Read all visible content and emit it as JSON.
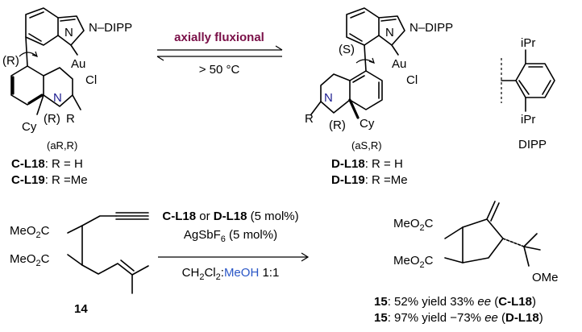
{
  "labels": {
    "n_dipp_left": "N–DIPP",
    "n_left": "N",
    "au_left": "Au",
    "cl_left": "Cl",
    "r_axis_left": "(R)",
    "n_amine_left": "N",
    "r_amine_left": "R",
    "cy_left": "Cy",
    "r_center_left": "(R)",
    "config_left": "(aR,R)",
    "c_l18": "C-L18",
    "c_l18_r": ": R = H",
    "c_l19": "C-L19",
    "c_l19_r": ": R =Me",
    "arrow_top": "axially fluxional",
    "arrow_bottom": "> 50 °C",
    "n_dipp_right": "N–DIPP",
    "n_right": "N",
    "au_right": "Au",
    "cl_right": "Cl",
    "s_axis_right": "(S)",
    "n_amine_right": "N",
    "r_amine_right": "R",
    "cy_right": "Cy",
    "r_center_right": "(R)",
    "config_right": "(aS,R)",
    "d_l18": "D-L18",
    "d_l18_r": ": R = H",
    "d_l19": "D-L19",
    "d_l19_r": ": R =Me",
    "ipr_top": "iPr",
    "ipr_bottom": "iPr",
    "dipp": "DIPP",
    "meo2c_1": "MeO",
    "meo2c_1_sub": "2",
    "meo2c_1_c": "C",
    "meo2c_2": "MeO",
    "meo2c_2_sub": "2",
    "meo2c_2_c": "C",
    "substrate": "14",
    "cond_1a": "C-L18",
    "cond_1b": " or ",
    "cond_1c": "D-L18",
    "cond_1d": " (5 mol%)",
    "cond_2a": "AgSbF",
    "cond_2b": "6",
    "cond_2c": " (5 mol%)",
    "cond_3a": "CH",
    "cond_3b": "2",
    "cond_3c": "Cl",
    "cond_3d": "2",
    "cond_3e": ":",
    "cond_3f": "MeOH",
    "cond_3g": " 1:1",
    "prod_meo2c_1": "MeO",
    "prod_meo2c_1_sub": "2",
    "prod_meo2c_1_c": "C",
    "prod_meo2c_2": "MeO",
    "prod_meo2c_2_sub": "2",
    "prod_meo2c_2_c": "C",
    "prod_ome": "OMe",
    "res1_num": "15",
    "res1_text": ": 52% yield 33% ",
    "res1_ee": "ee",
    "res1_open": " (",
    "res1_cat": "C-L18",
    "res1_close": ")",
    "res2_num": "15",
    "res2_text": ": 97% yield −73% ",
    "res2_ee": "ee",
    "res2_open": " (",
    "res2_cat": "D-L18",
    "res2_close": ")"
  },
  "colors": {
    "arrow_label": "#7a1048",
    "amine_nitrogen": "#1b1b8f",
    "methanol": "#2a56c6"
  }
}
